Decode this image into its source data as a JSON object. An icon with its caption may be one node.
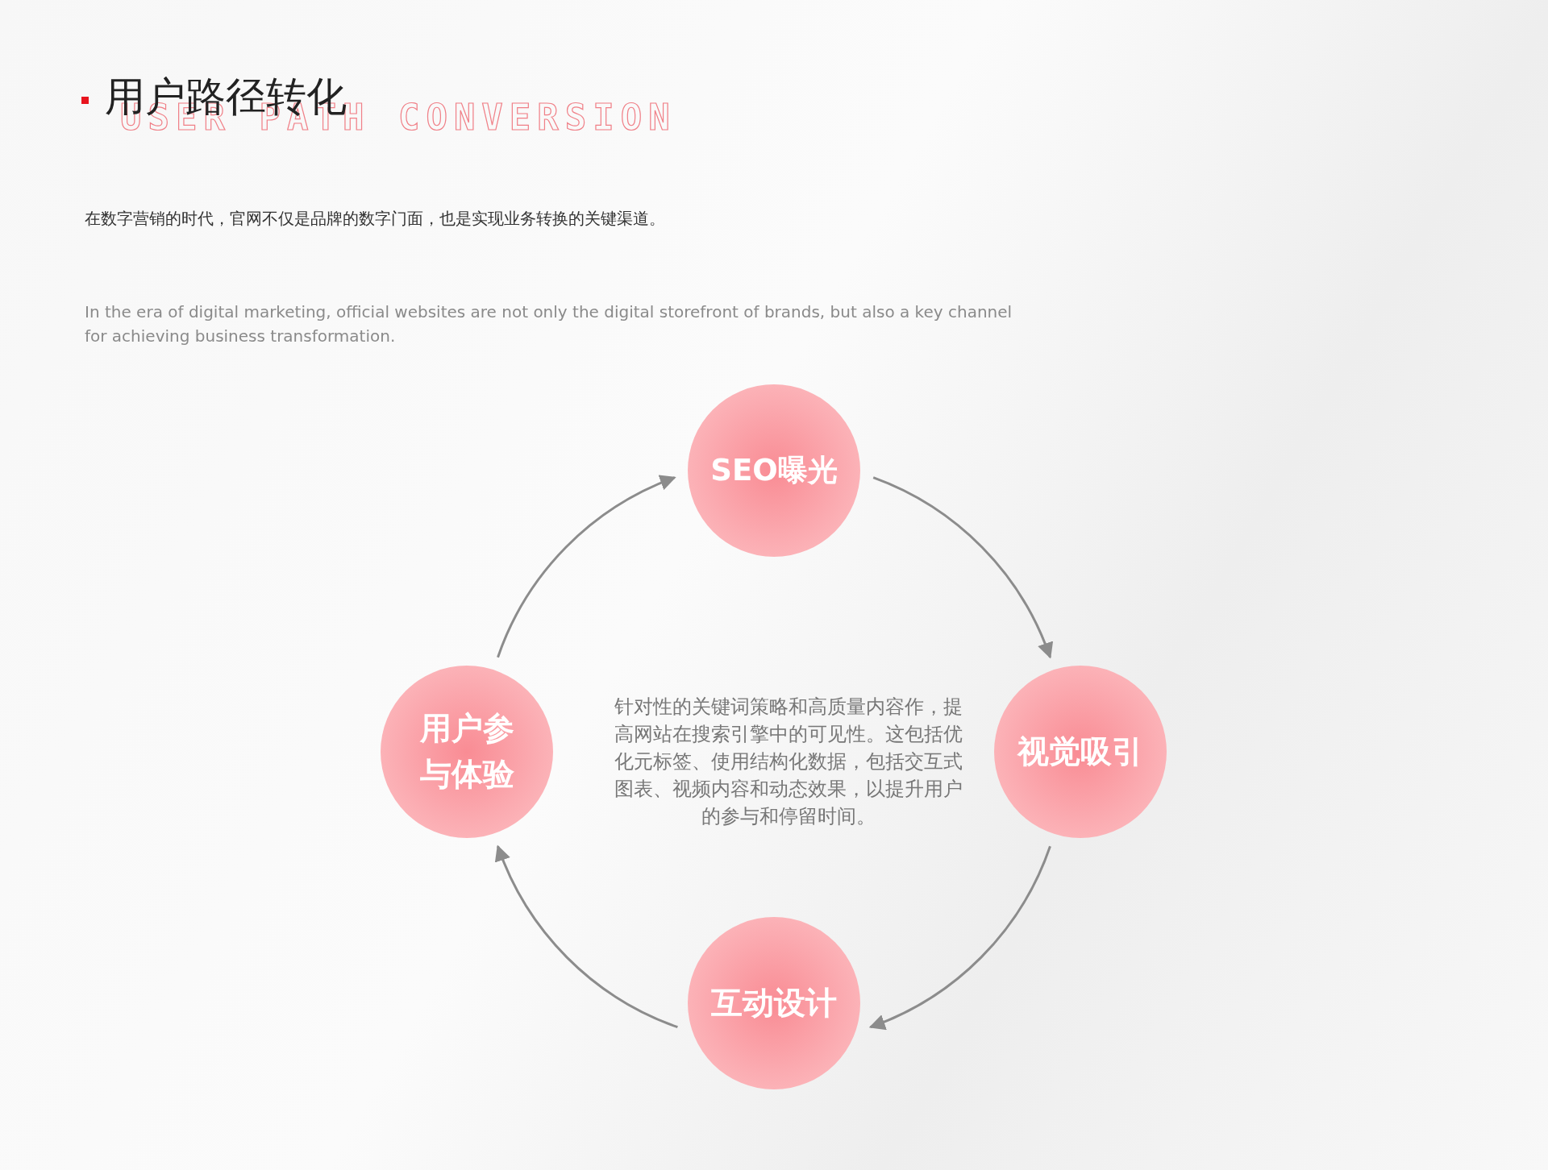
{
  "diagram": {
    "title": "用户路径转化",
    "nodes": [
      {
        "text": [
          "SEO曝光"
        ]
      },
      {
        "text": [
          "用户参与体验"
        ]
      },
      {
        "text": [
          "视觉吸引"
        ]
      },
      {
        "text": [
          "互动设计"
        ]
      }
    ],
    "edges": [
      {
        "from": 0,
        "to": 2,
        "arrow": "to"
      },
      {
        "from": 2,
        "to": 3,
        "arrow": "to"
      },
      {
        "from": 3,
        "to": 1,
        "arrow": "to"
      },
      {
        "from": 1,
        "to": 0,
        "arrow": "to"
      }
    ],
    "labels": [
      "USER PATH CONVERSION",
      "在数字营销的时代，官网不仅是品牌的数字门面，也是实现业务转换的关键渠道。",
      "In the era of digital marketing, official websites are not only the digital storefront of brands, but also a key channel for achieving business transformation.",
      "针对性的关键词策略和高质量内容作，提高网站在搜索引擎中的可见性。这包括优化元标签、使用结构化数据，包括交互式图表、视频内容和动态效果，以提升用户的参与和停留时间。"
    ]
  }
}
